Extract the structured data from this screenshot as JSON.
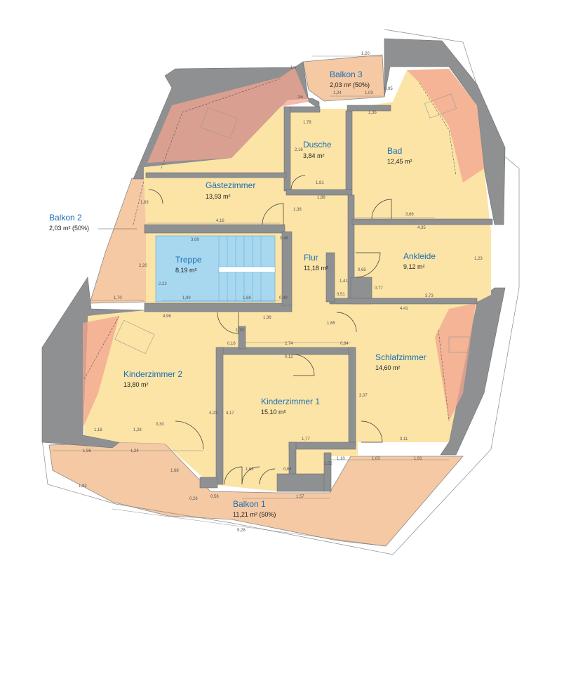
{
  "rooms": {
    "gaestezimmer": {
      "name": "Gästezimmer",
      "area": "13,93 m²"
    },
    "dusche": {
      "name": "Dusche",
      "area": "3,84 m²"
    },
    "bad": {
      "name": "Bad",
      "area": "12,45 m²"
    },
    "treppe": {
      "name": "Treppe",
      "area": "8,19 m²"
    },
    "flur": {
      "name": "Flur",
      "area": "11,18 m²"
    },
    "ankleide": {
      "name": "Ankleide",
      "area": "9,12 m²"
    },
    "kinderzimmer2": {
      "name": "Kinderzimmer 2",
      "area": "13,80 m²"
    },
    "kinderzimmer1": {
      "name": "Kinderzimmer 1",
      "area": "15,10 m²"
    },
    "schlafzimmer": {
      "name": "Schlafzimmer",
      "area": "14,60 m²"
    }
  },
  "balconies": {
    "balkon1": {
      "name": "Balkon 1",
      "area": "11,21 m² (50%)"
    },
    "balkon2": {
      "name": "Balkon 2",
      "area": "2,03 m² (50%)"
    },
    "balkon3": {
      "name": "Balkon 3",
      "area": "2,03 m² (50%)"
    }
  },
  "dimensions": [
    "1,20",
    "1,24",
    "1,03",
    "0,95",
    "1,36",
    "1,78",
    "2,16",
    "1,81",
    "1,86",
    "3,66",
    "4,35",
    "1,23",
    "3,73",
    "0,65",
    "0,77",
    "1,38",
    "0,46",
    "0,51",
    "1,65",
    "1,41",
    "4,41",
    "2,74",
    "0,84",
    "0,12",
    "3,07",
    "3,11",
    "1,00",
    "1,81",
    "1,10",
    "1,57",
    "1,77",
    "1,52",
    "0,64",
    "1,62",
    "0,56",
    "0,26",
    "1,68",
    "0,30",
    "1,28",
    "1,24",
    "1,96",
    "1,16",
    "4,96",
    "4,23",
    "4,17",
    "0,16",
    "1,10",
    "1,36",
    "1,88",
    "1,99",
    "1,70",
    "3,89",
    "4,16",
    "1,63",
    "2,20",
    "0,49",
    "2m",
    "1m",
    "2,23",
    "9,28",
    "1,93"
  ]
}
